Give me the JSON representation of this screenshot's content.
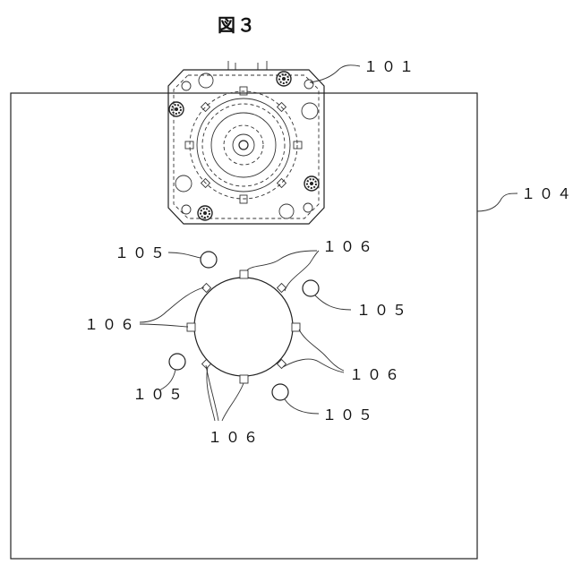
{
  "figure": {
    "title": "図３"
  },
  "labels": {
    "motor": "１０１",
    "plate": "１０４",
    "hole_105": "１０５",
    "notch_106": "１０６"
  }
}
